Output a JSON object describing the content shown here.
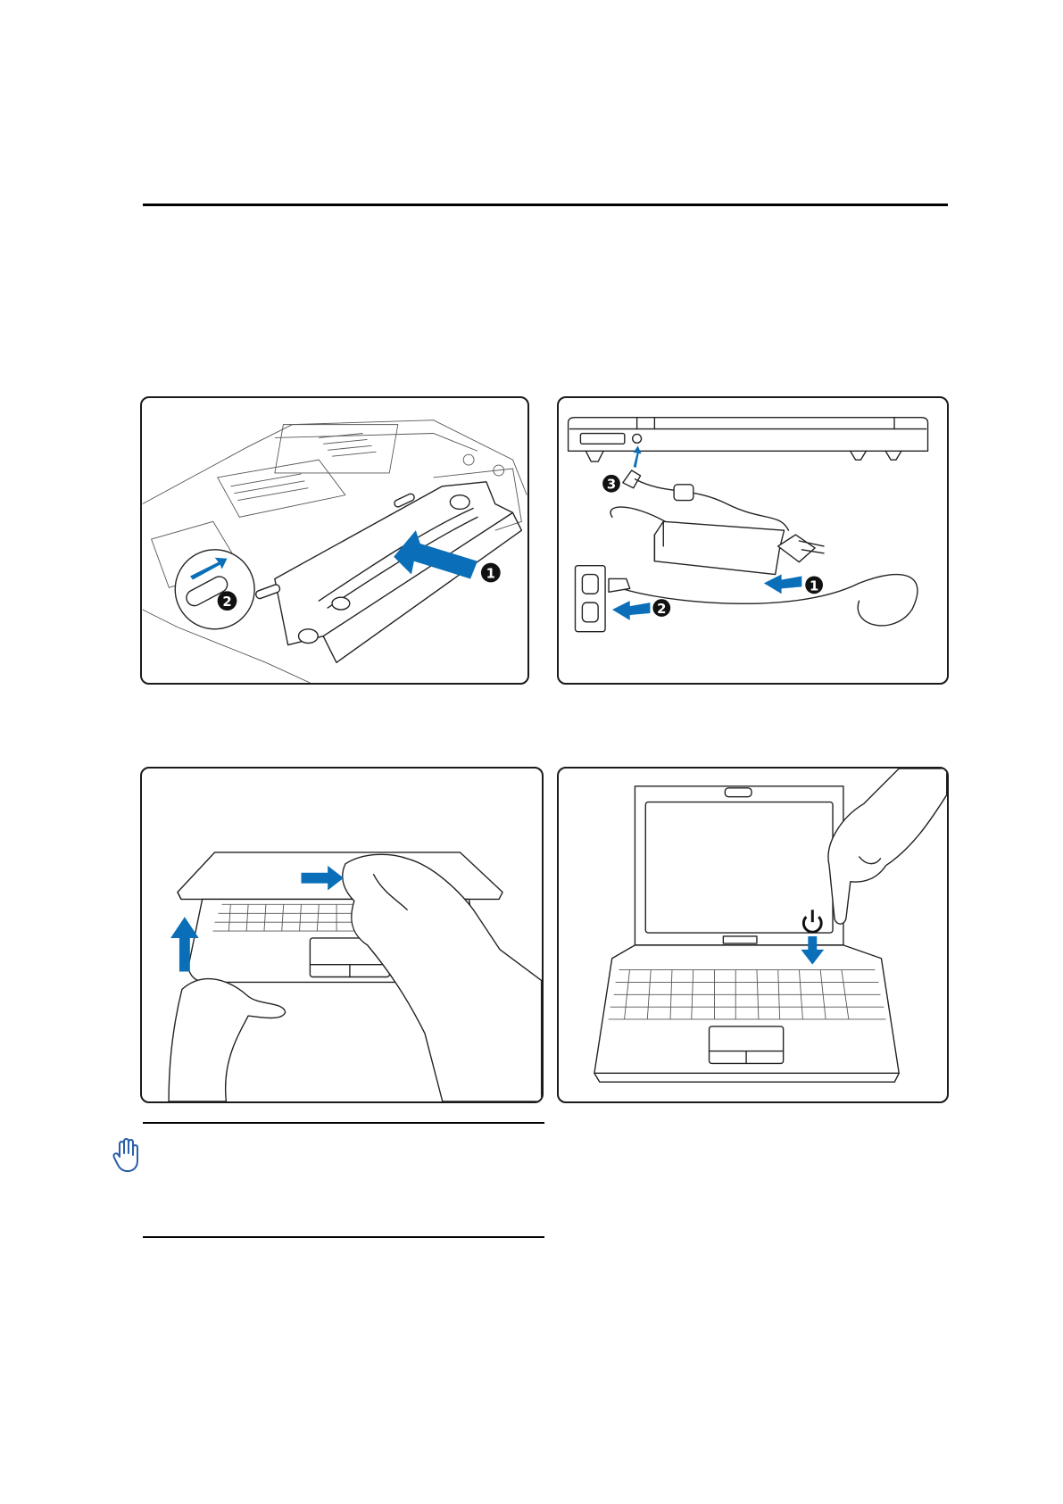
{
  "steps": [
    {
      "id": "install-battery",
      "badges": [
        "1",
        "2"
      ]
    },
    {
      "id": "connect-power-adapter",
      "badges": [
        "1",
        "2",
        "3"
      ]
    },
    {
      "id": "open-display-panel",
      "badges": []
    },
    {
      "id": "turn-on-power",
      "badges": []
    }
  ],
  "note": {
    "icon": "hand-stop-icon"
  },
  "colors": {
    "accent_arrow": "#0a6fb8",
    "line": "#1a1a1a"
  }
}
